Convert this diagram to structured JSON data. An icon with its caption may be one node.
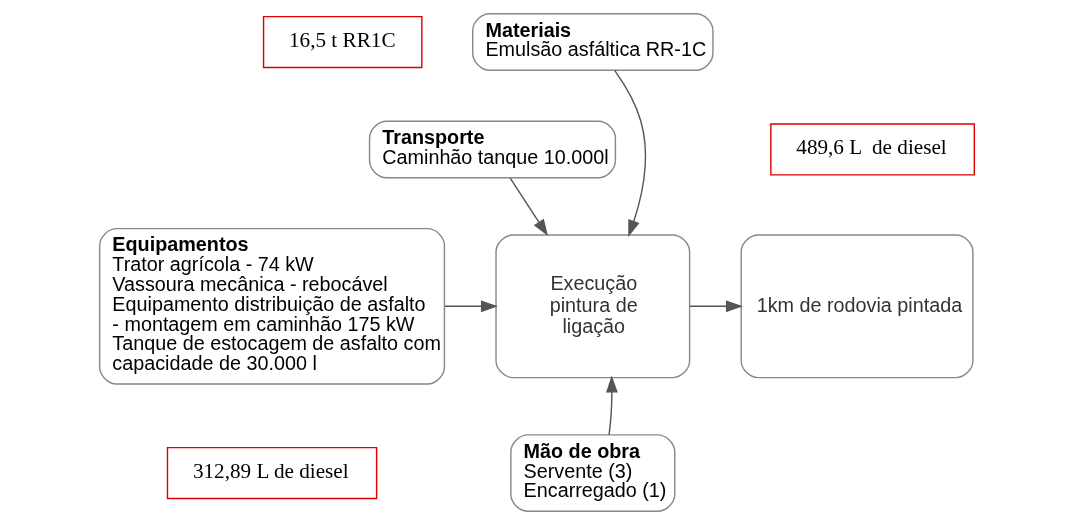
{
  "diagram": {
    "nodes": [
      {
        "text": [
          "Materiais",
          "Emulsão asfáltica RR-1C"
        ]
      },
      {
        "text": [
          "16,5 t RR1C"
        ]
      },
      {
        "text": [
          "Transporte",
          "Caminhão tanque 10.000l"
        ]
      },
      {
        "text": [
          "489,6 L  de diesel"
        ]
      },
      {
        "text": [
          "Equipamentos",
          "Trator agrícola - 74 kW",
          "Vassoura mecânica - rebocável",
          "Equipamento distribuição de asfalto - montagem em caminhão 175 kW",
          "Tanque de estocagem de asfalto com capacidade de 30.000 l"
        ]
      },
      {
        "text": [
          "312,89 L de diesel"
        ]
      },
      {
        "text": [
          "Execução pintura de ligação"
        ]
      },
      {
        "text": [
          "1km de rodovia pintada"
        ]
      },
      {
        "text": [
          "Mão de obra",
          "Servente (3)",
          "Encarregado (1)"
        ]
      }
    ],
    "edges": [
      {
        "from": 0,
        "to": 6,
        "arrow": "to"
      },
      {
        "from": 2,
        "to": 6,
        "arrow": "to"
      },
      {
        "from": 4,
        "to": 6,
        "arrow": "to"
      },
      {
        "from": 6,
        "to": 7,
        "arrow": "to"
      },
      {
        "from": 8,
        "to": 6,
        "arrow": "to"
      }
    ]
  }
}
